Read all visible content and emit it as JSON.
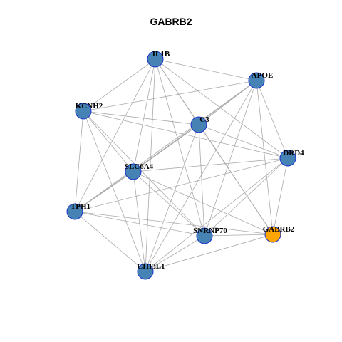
{
  "title": "GABRB2",
  "colors": {
    "node_default": "#4682b4",
    "node_highlight": "#ffa500",
    "node_border": "#1a33cc",
    "edge": "#aaaaaa"
  },
  "nodes": [
    {
      "id": "IL1B",
      "label": "IL1B",
      "highlight": false
    },
    {
      "id": "APOE",
      "label": "APOE",
      "highlight": false
    },
    {
      "id": "KCNH2",
      "label": "KCNH2",
      "highlight": false
    },
    {
      "id": "C3",
      "label": "C3",
      "highlight": false
    },
    {
      "id": "DRD4",
      "label": "DRD4",
      "highlight": false
    },
    {
      "id": "SLC6A4",
      "label": "SLC6A4",
      "highlight": false
    },
    {
      "id": "TPH1",
      "label": "TPH1",
      "highlight": false
    },
    {
      "id": "SNRNP70",
      "label": "SNRNP70",
      "highlight": false
    },
    {
      "id": "GABRB2",
      "label": "GABRB2",
      "highlight": true
    },
    {
      "id": "CHI3L1",
      "label": "CHI3L1",
      "highlight": false
    }
  ],
  "edges": [
    [
      "IL1B",
      "APOE"
    ],
    [
      "IL1B",
      "KCNH2"
    ],
    [
      "IL1B",
      "C3"
    ],
    [
      "IL1B",
      "DRD4"
    ],
    [
      "IL1B",
      "SLC6A4"
    ],
    [
      "IL1B",
      "TPH1"
    ],
    [
      "IL1B",
      "SNRNP70"
    ],
    [
      "IL1B",
      "GABRB2"
    ],
    [
      "IL1B",
      "CHI3L1"
    ],
    [
      "APOE",
      "KCNH2"
    ],
    [
      "APOE",
      "C3"
    ],
    [
      "APOE",
      "DRD4"
    ],
    [
      "APOE",
      "SLC6A4"
    ],
    [
      "APOE",
      "TPH1"
    ],
    [
      "APOE",
      "SNRNP70"
    ],
    [
      "APOE",
      "GABRB2"
    ],
    [
      "APOE",
      "CHI3L1"
    ],
    [
      "KCNH2",
      "C3"
    ],
    [
      "KCNH2",
      "DRD4"
    ],
    [
      "KCNH2",
      "SLC6A4"
    ],
    [
      "KCNH2",
      "TPH1"
    ],
    [
      "KCNH2",
      "SNRNP70"
    ],
    [
      "KCNH2",
      "CHI3L1"
    ],
    [
      "C3",
      "DRD4"
    ],
    [
      "C3",
      "SLC6A4"
    ],
    [
      "C3",
      "TPH1"
    ],
    [
      "C3",
      "SNRNP70"
    ],
    [
      "C3",
      "GABRB2"
    ],
    [
      "C3",
      "CHI3L1"
    ],
    [
      "DRD4",
      "SLC6A4"
    ],
    [
      "DRD4",
      "TPH1"
    ],
    [
      "DRD4",
      "SNRNP70"
    ],
    [
      "DRD4",
      "GABRB2"
    ],
    [
      "DRD4",
      "CHI3L1"
    ],
    [
      "SLC6A4",
      "TPH1"
    ],
    [
      "SLC6A4",
      "SNRNP70"
    ],
    [
      "SLC6A4",
      "GABRB2"
    ],
    [
      "SLC6A4",
      "CHI3L1"
    ],
    [
      "TPH1",
      "SNRNP70"
    ],
    [
      "TPH1",
      "CHI3L1"
    ],
    [
      "TPH1",
      "GABRB2"
    ],
    [
      "SNRNP70",
      "GABRB2"
    ],
    [
      "SNRNP70",
      "CHI3L1"
    ],
    [
      "GABRB2",
      "CHI3L1"
    ]
  ]
}
